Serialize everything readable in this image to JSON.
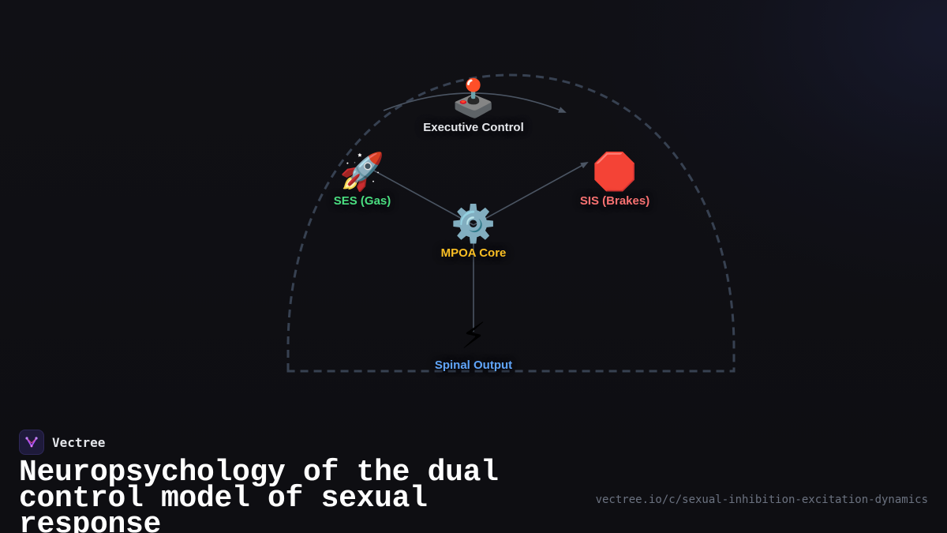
{
  "diagram": {
    "nodes": [
      {
        "id": "executive",
        "emoji": "🕹️",
        "label": "Executive Control",
        "color": "#e5e7eb",
        "icon": "joystick-icon"
      },
      {
        "id": "ses",
        "emoji": "🚀",
        "label": "SES (Gas)",
        "color": "#4ade80",
        "icon": "rocket-icon"
      },
      {
        "id": "sis",
        "emoji": "🛑",
        "label": "SIS (Brakes)",
        "color": "#f87171",
        "icon": "stop-sign-icon"
      },
      {
        "id": "mpoa",
        "emoji": "⚙️",
        "label": "MPOA Core",
        "color": "#fbbf24",
        "icon": "gear-icon"
      },
      {
        "id": "spinal",
        "emoji": "⚡",
        "label": "Spinal Output",
        "color": "#60a5fa",
        "icon": "lightning-icon"
      }
    ],
    "edges": [
      {
        "from": "ses",
        "to": "mpoa"
      },
      {
        "from": "mpoa",
        "to": "sis"
      },
      {
        "from": "mpoa",
        "to": "spinal"
      },
      {
        "from": "executive",
        "to": "sis"
      }
    ],
    "line_color": "#4b5563",
    "boundary_color": "#374151"
  },
  "brand": {
    "name": "Vectree"
  },
  "title": "Neuropsychology of the dual control model of sexual response",
  "url": "vectree.io/c/sexual-inhibition-excitation-dynamics"
}
